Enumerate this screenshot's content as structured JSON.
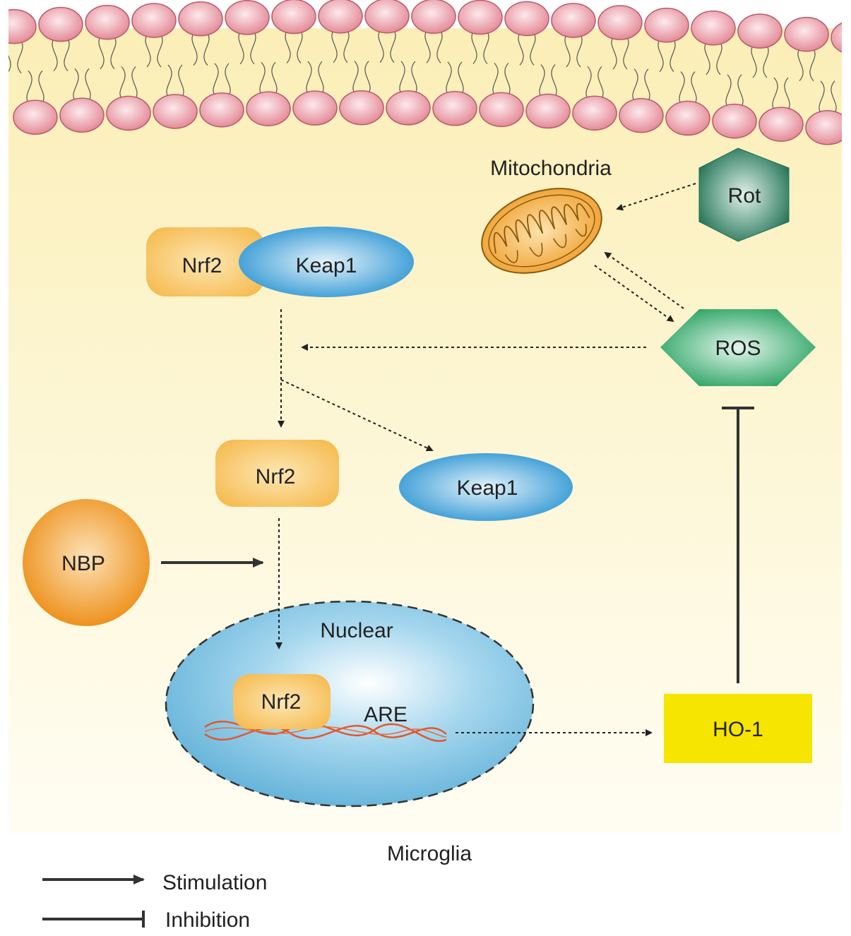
{
  "cell": {
    "label": "Microglia"
  },
  "organelles": {
    "mitochondria": "Mitochondria",
    "nucleus": "Nuclear"
  },
  "molecules": {
    "rot": "Rot",
    "ros": "ROS",
    "nrf2_complex": "Nrf2",
    "keap1_complex": "Keap1",
    "nrf2_free": "Nrf2",
    "keap1_free": "Keap1",
    "nbp": "NBP",
    "nrf2_nuclear": "Nrf2",
    "are": "ARE",
    "ho1": "HO-1"
  },
  "legend": {
    "stimulation": "Stimulation",
    "inhibition": "Inhibition"
  },
  "colors": {
    "cytoplasm": "#fbf2c4",
    "lipid_head": "#e79aa6",
    "nrf2": "#f7c56a",
    "keap1": "#2e9bd6",
    "nbp": "#ef8f14",
    "nucleus": "#78bfe0",
    "ros": "#2aa766",
    "rot": "#1f7a58",
    "ho1": "#f5e500",
    "mitochondria": "#f0a02a",
    "dna": "#e2572c"
  }
}
